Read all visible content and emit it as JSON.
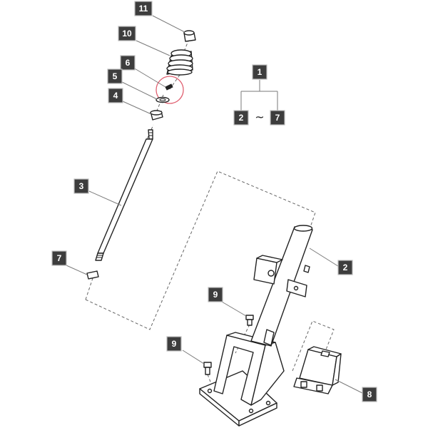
{
  "callouts": {
    "c1": "1",
    "c2": "2",
    "c3": "3",
    "c4": "4",
    "c5": "5",
    "c6": "6",
    "c7_top": "7",
    "c7": "7",
    "c8": "8",
    "c9_upper": "9",
    "c9_lower": "9",
    "c10": "10",
    "c11": "11",
    "c2_range": "2",
    "range_separator": "~"
  },
  "colors": {
    "badge": "#3d3d3d",
    "highlight": "#e06070"
  }
}
